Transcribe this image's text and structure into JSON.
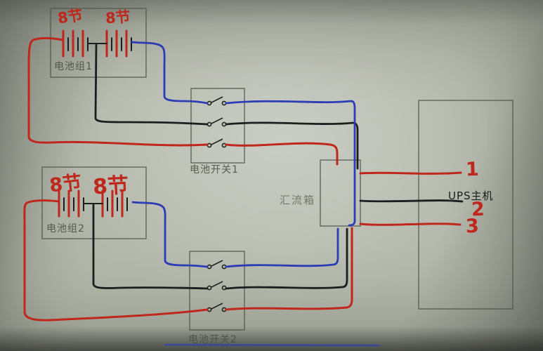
{
  "diagram": {
    "battery_group_1": {
      "label": "电池组1",
      "cells": [
        "8节",
        "8节"
      ]
    },
    "battery_group_2": {
      "label": "电池组2",
      "cells": [
        "8节",
        "8节"
      ]
    },
    "switch_1": {
      "label": "电池开关1"
    },
    "switch_2": {
      "label": "电池开关2"
    },
    "bus_box": {
      "label": "汇流箱"
    },
    "ups": {
      "label": "UPS主机",
      "ports": [
        "1",
        "2",
        "3"
      ]
    },
    "colors": {
      "wire_red": "#c0271c",
      "wire_blue": "#2c3cb4",
      "wire_black": "#1d1d1f",
      "pencil": "#4e5248"
    }
  }
}
